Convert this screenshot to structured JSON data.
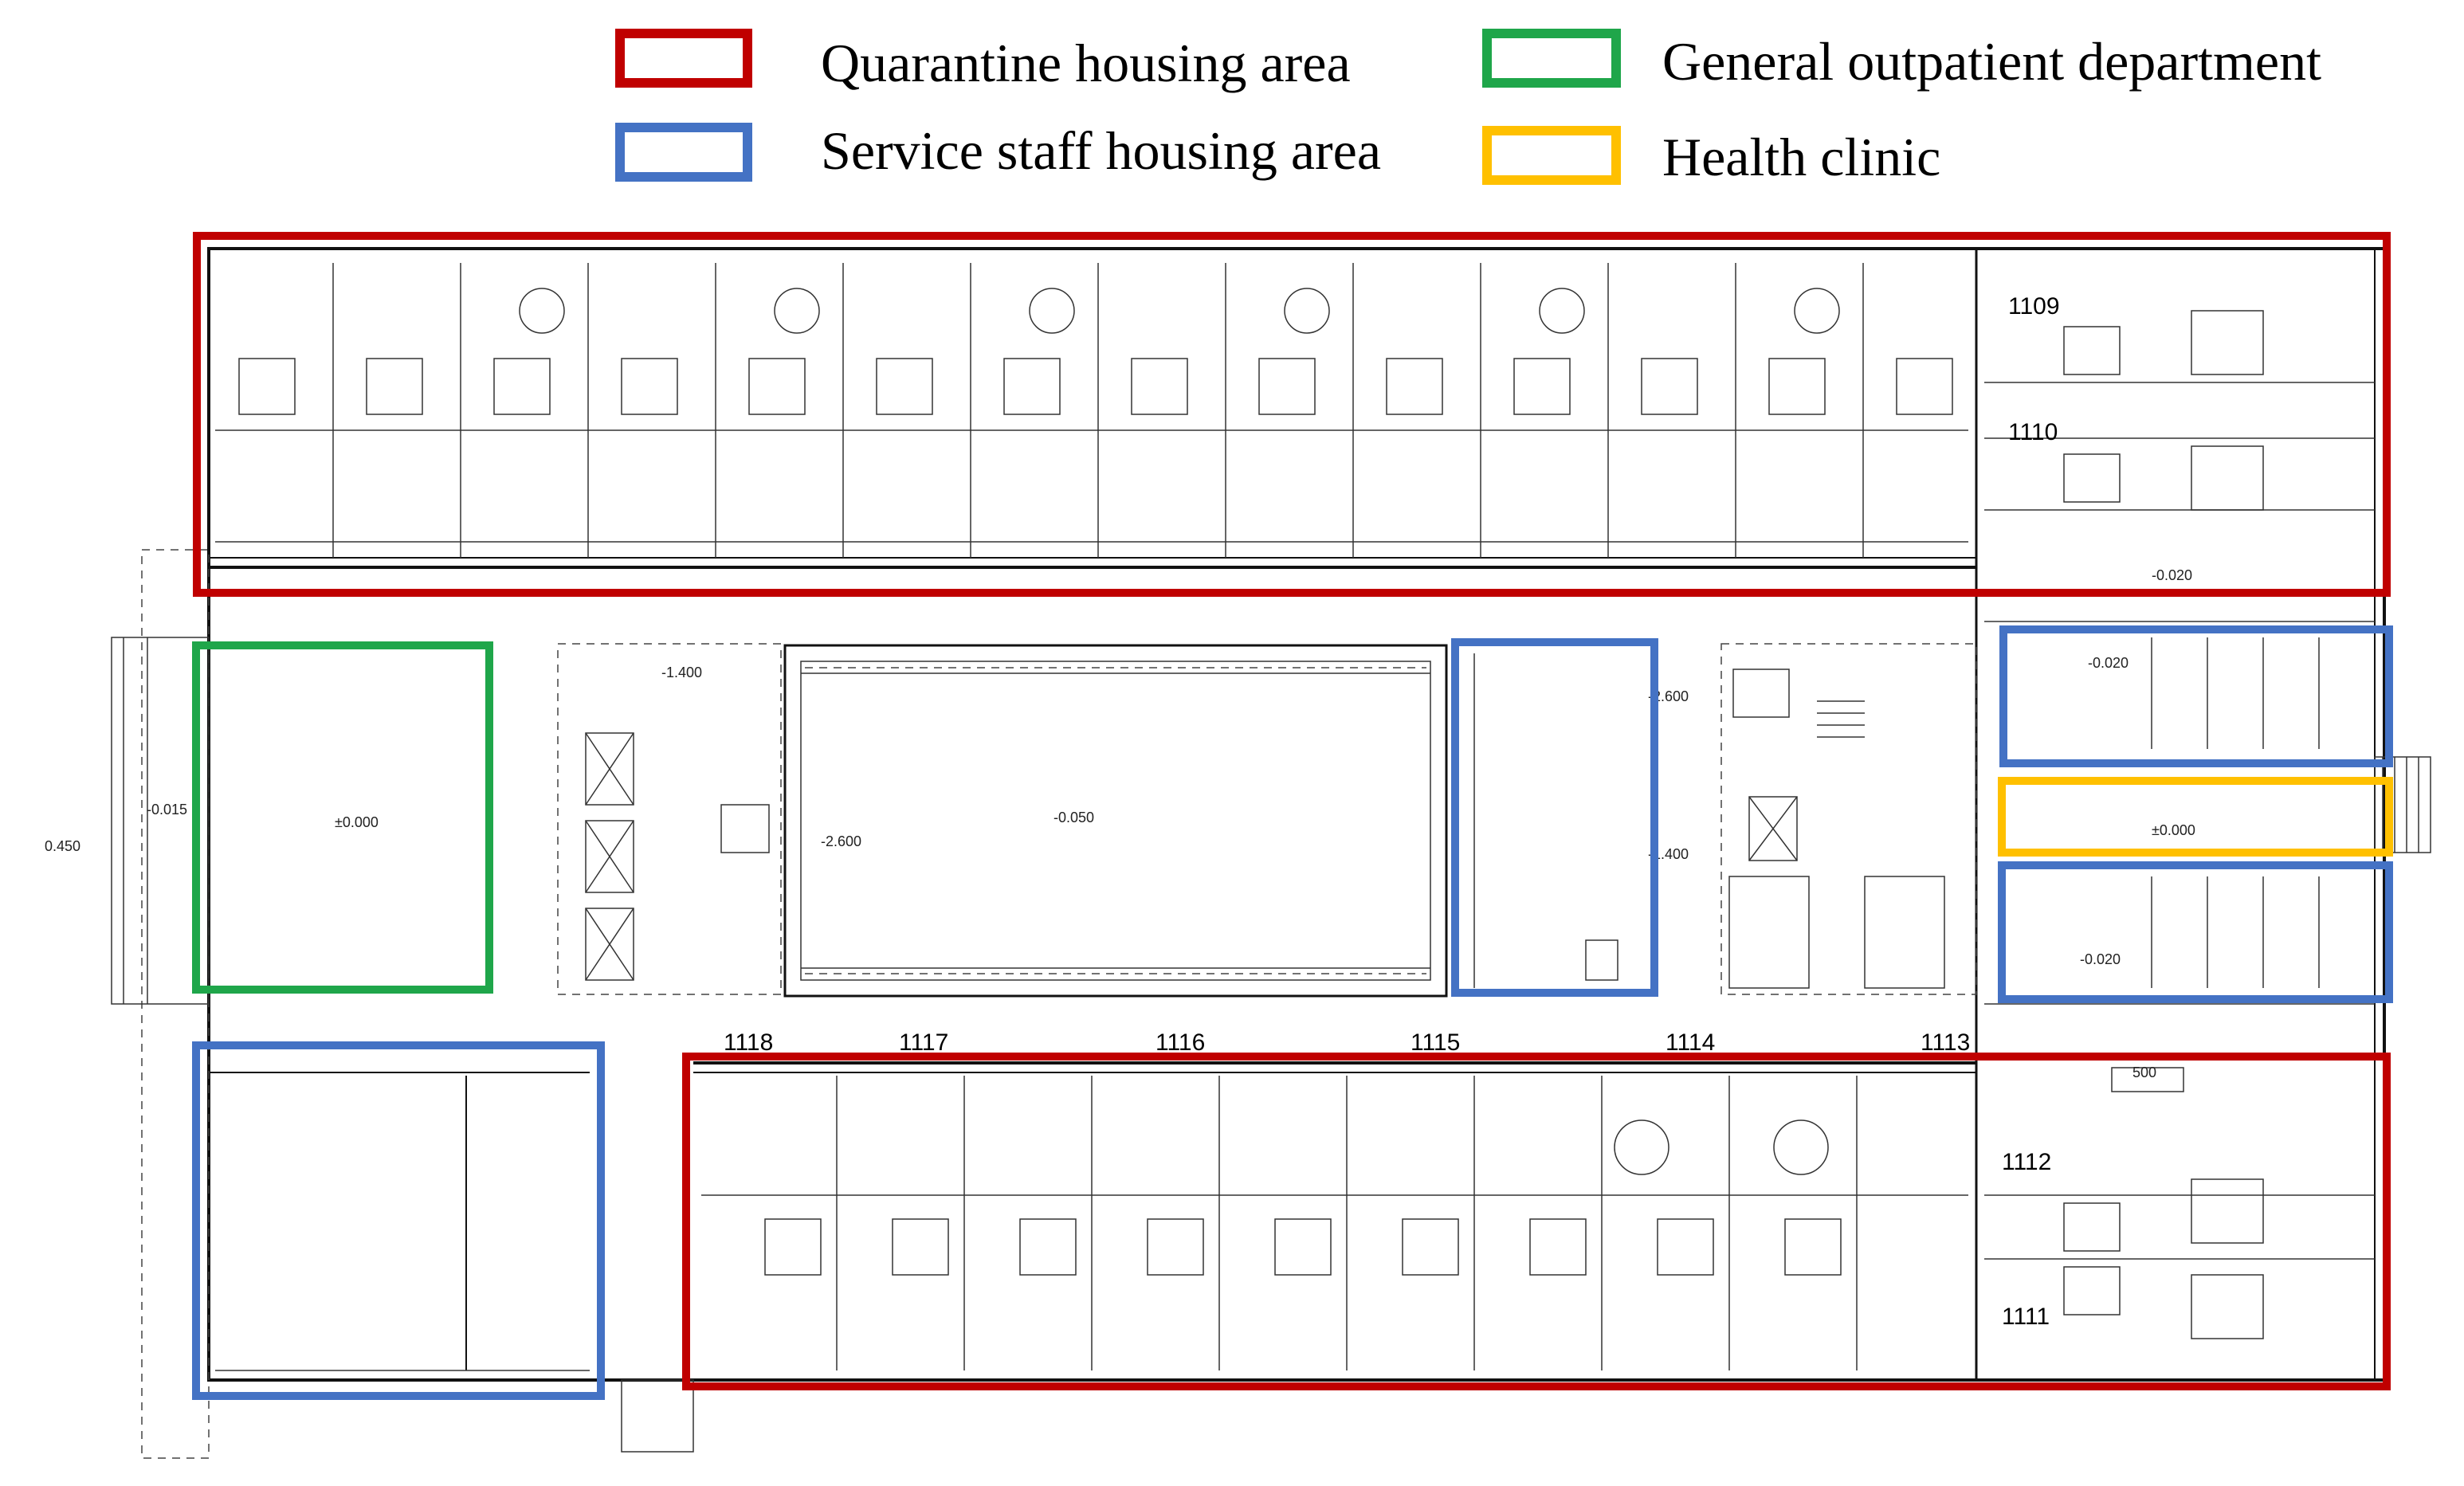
{
  "colors": {
    "quarantine": "#C00000",
    "service_staff": "#4472C4",
    "general_outpatient": "#1FA64A",
    "health_clinic": "#FFC000"
  },
  "legend": {
    "quarantine": "Quarantine housing area",
    "service_staff": "Service staff housing area",
    "general_outpatient": "General outpatient department",
    "health_clinic": "Health clinic"
  },
  "room_numbers": {
    "r1109": "1109",
    "r1110": "1110",
    "r1111": "1111",
    "r1112": "1112",
    "r1113": "1113",
    "r1114": "1114",
    "r1115": "1115",
    "r1116": "1116",
    "r1117": "1117",
    "r1118": "1118"
  },
  "elevations": {
    "e_m1400": "-1.400",
    "e_m0020a": "-0.020",
    "e_m0020b": "-0.020",
    "e_m0020c": "-0.020",
    "e_m2600a": "-2.600",
    "e_m2600b": "-2.600",
    "e_m1400b": "-1.400",
    "e_0000a": "±0.000",
    "e_0000b": "±0.000",
    "e_m0015": "-0.015",
    "e_0450": "0.450",
    "e_m0050": "-0.050",
    "e_500": "500"
  }
}
